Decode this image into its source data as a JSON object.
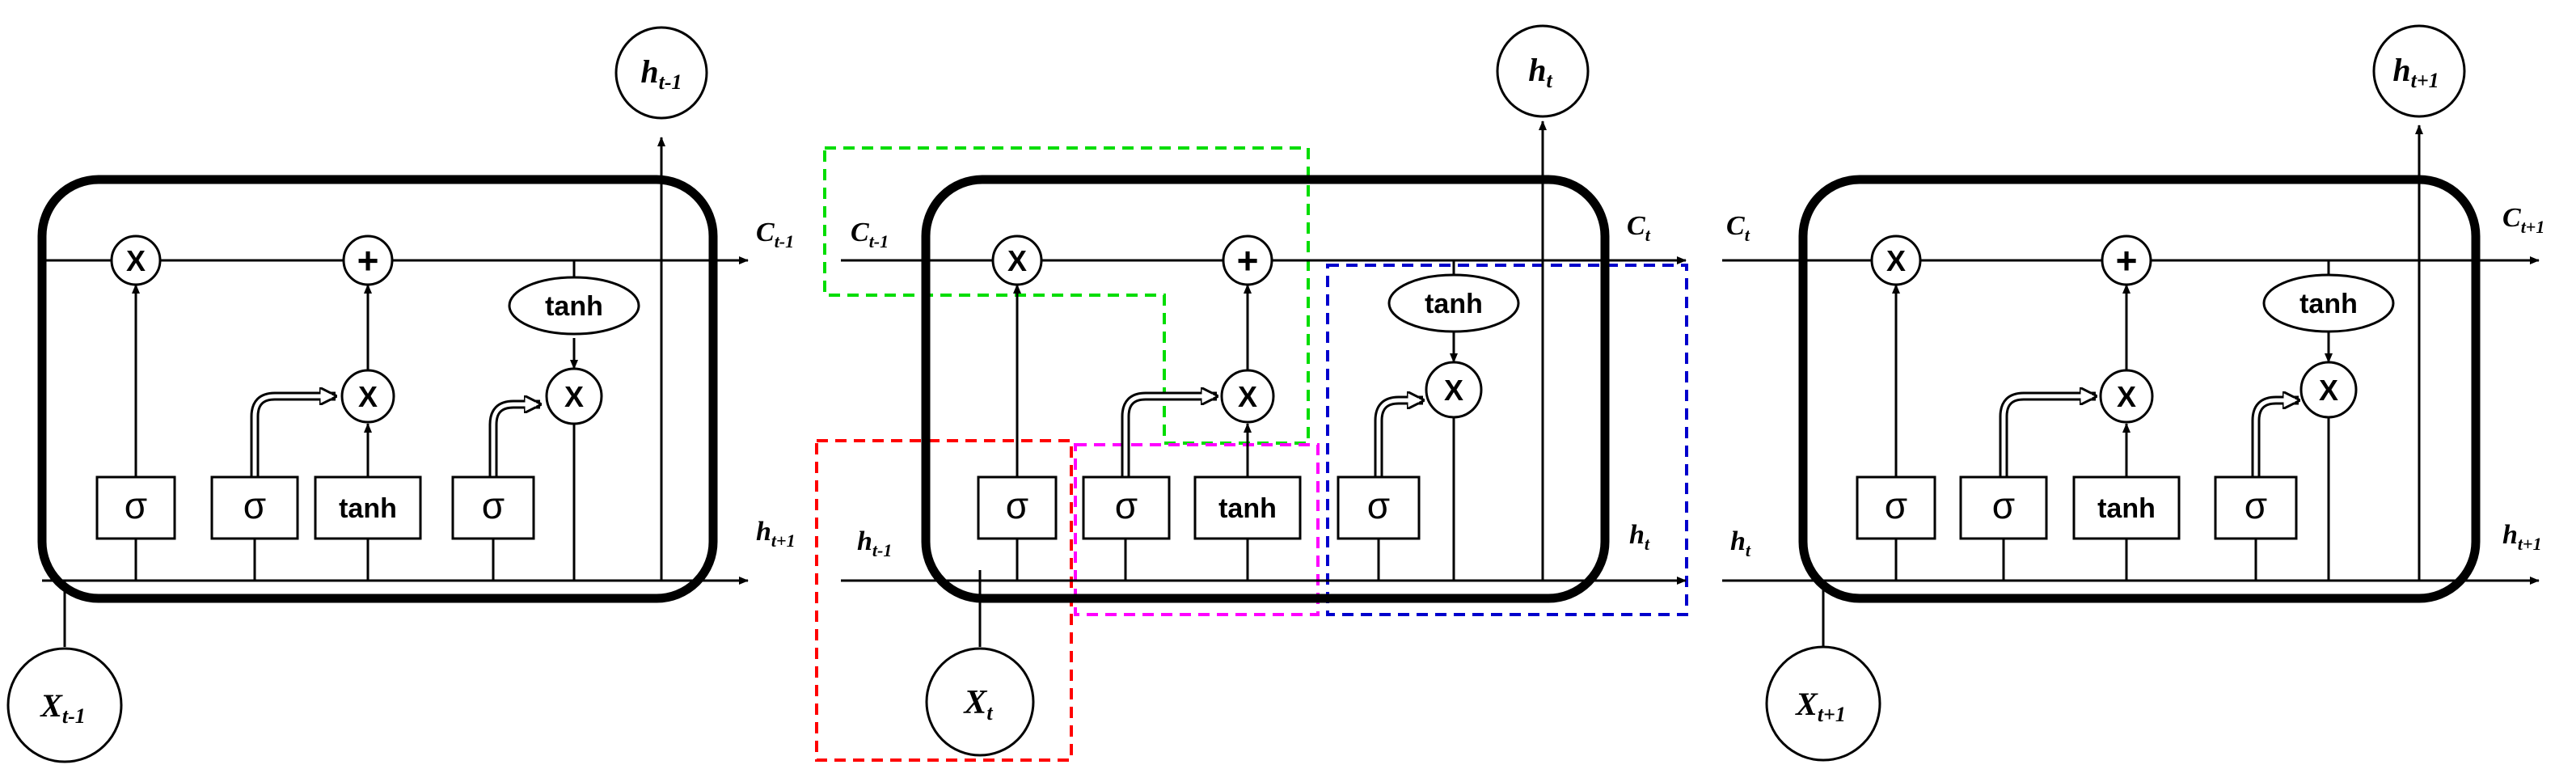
{
  "symbols": {
    "multiply": "X",
    "add": "+",
    "sigma": "σ",
    "tanh": "tanh"
  },
  "cells": [
    {
      "output_top": "h",
      "output_top_sub": "t-1",
      "c_out": "C",
      "c_out_sub": "t-1",
      "h_out": "h",
      "h_out_sub": "t+1",
      "input": "X",
      "input_sub": "t-1"
    },
    {
      "c_in": "C",
      "c_in_sub": "t-1",
      "h_in": "h",
      "h_in_sub": "t-1",
      "output_top": "h",
      "output_top_sub": "t",
      "c_out": "C",
      "c_out_sub": "t",
      "h_out": "h",
      "h_out_sub": "t",
      "input": "X",
      "input_sub": "t"
    },
    {
      "c_in": "C",
      "c_in_sub": "t",
      "h_in": "h",
      "h_in_sub": "t",
      "output_top": "h",
      "output_top_sub": "t+1",
      "c_out": "C",
      "c_out_sub": "t+1",
      "h_out": "h",
      "h_out_sub": "t+1",
      "input": "X",
      "input_sub": "t+1"
    }
  ],
  "highlight_colors": {
    "forget": "#00dd00",
    "input_region": "#ff0000",
    "candidate": "#ff00ff",
    "output": "#0000cc"
  }
}
